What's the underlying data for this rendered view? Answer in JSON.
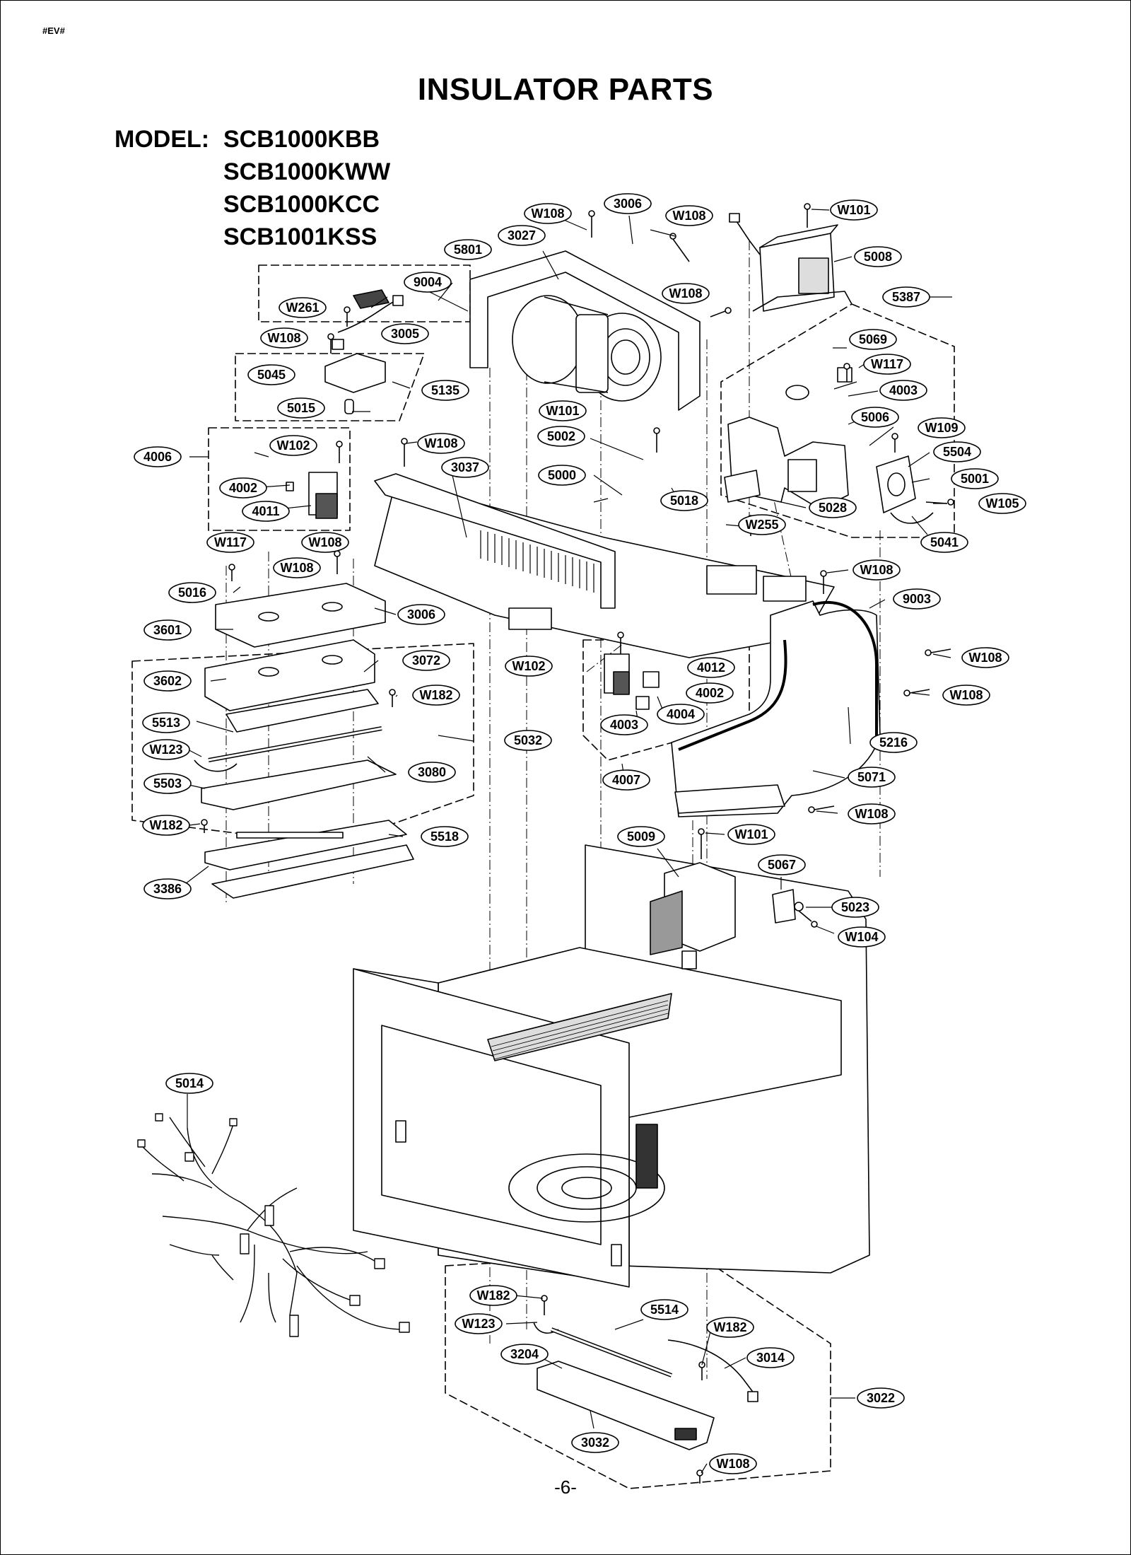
{
  "header": {
    "code": "#EV#"
  },
  "title": "INSULATOR PARTS",
  "model_label": "MODEL:",
  "models": [
    "SCB1000KBB",
    "SCB1000KWW",
    "SCB1000KCC",
    "SCB1001KSS"
  ],
  "page_number": "-6-",
  "part_labels": [
    "W108",
    "3006",
    "W108",
    "W101",
    "3027",
    "5801",
    "5008",
    "9004",
    "W108",
    "5387",
    "W261",
    "3005",
    "W108",
    "5069",
    "W117",
    "5045",
    "4003",
    "5135",
    "W101",
    "5006",
    "W109",
    "5015",
    "5002",
    "W108",
    "W102",
    "5504",
    "4006",
    "3037",
    "5000",
    "5001",
    "4002",
    "5018",
    "W105",
    "4011",
    "5028",
    "W255",
    "5041",
    "W117",
    "W108",
    "W108",
    "W108",
    "9003",
    "5016",
    "3006",
    "3601",
    "W108",
    "4012",
    "3072",
    "W102",
    "3602",
    "4002",
    "W108",
    "W182",
    "5513",
    "4004",
    "4003",
    "5032",
    "W123",
    "5216",
    "3080",
    "5503",
    "4007",
    "5071",
    "W182",
    "W108",
    "5518",
    "5009",
    "W101",
    "3386",
    "5067",
    "5023",
    "W104",
    "5014",
    "W182",
    "5514",
    "W123",
    "W182",
    "3204",
    "3014",
    "3022",
    "3032",
    "W108"
  ]
}
